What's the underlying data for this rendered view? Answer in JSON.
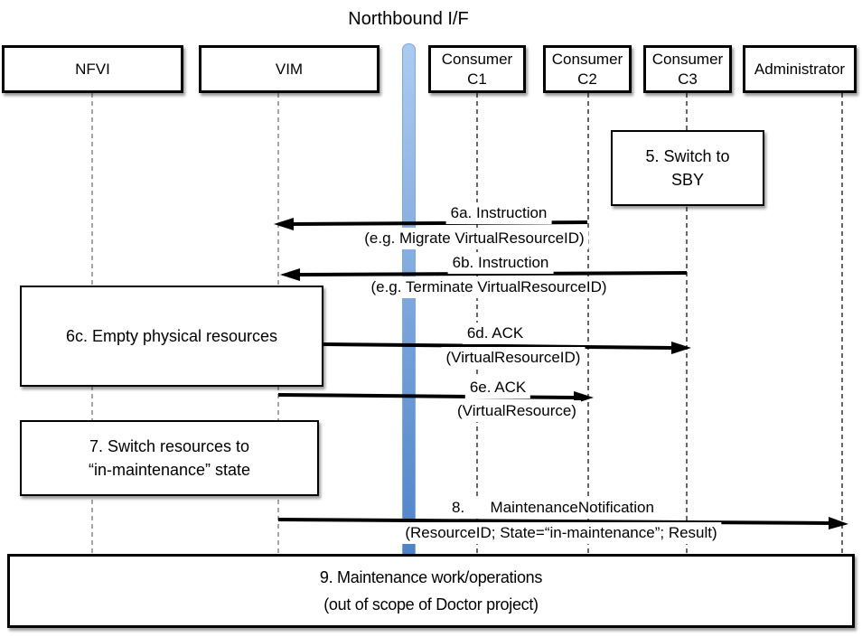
{
  "title": "Northbound I/F",
  "actors": [
    {
      "id": "nfvi",
      "label": "NFVI"
    },
    {
      "id": "vim",
      "label": "VIM"
    },
    {
      "id": "consumer-c1",
      "line1": "Consumer",
      "line2": "C1"
    },
    {
      "id": "consumer-c2",
      "line1": "Consumer",
      "line2": "C2"
    },
    {
      "id": "consumer-c3",
      "line1": "Consumer",
      "line2": "C3"
    },
    {
      "id": "administrator",
      "label": "Administrator"
    }
  ],
  "notes": {
    "n5": {
      "line1": "5. Switch to",
      "line2": "SBY"
    },
    "n6c": {
      "line1": "6c. Empty physical resources"
    },
    "n7": {
      "line1": "7. Switch resources to",
      "line2": "“in-maintenance” state"
    },
    "n9": {
      "line1": "9. Maintenance work/operations",
      "line2": "(out of scope of Doctor project)"
    }
  },
  "messages": {
    "m6a": {
      "from": "Consumer C2",
      "to": "VIM",
      "line1": "6a. Instruction",
      "line2": "(e.g. Migrate VirtualResourceID)"
    },
    "m6b": {
      "from": "Consumer C3",
      "to": "VIM",
      "line1": "6b. Instruction",
      "line2": "(e.g. Terminate VirtualResourceID)"
    },
    "m6d": {
      "from": "VIM",
      "to": "Consumer C3",
      "line1": "6d. ACK",
      "line2": "(VirtualResourceID)"
    },
    "m6e": {
      "from": "VIM",
      "to": "Consumer C2",
      "line1": "6e. ACK",
      "line2": "(VirtualResource)"
    },
    "m8": {
      "from": "VIM",
      "to": "Administrator",
      "line1": "8.      MaintenanceNotification",
      "line2": "(ResourceID; State=“in-maintenance”; Result)"
    }
  },
  "colors": {
    "bar_top": "#ACCBF0",
    "bar_bottom": "#4E82C8",
    "bar_border": "#7FA8DC",
    "arrow": "#000000"
  }
}
